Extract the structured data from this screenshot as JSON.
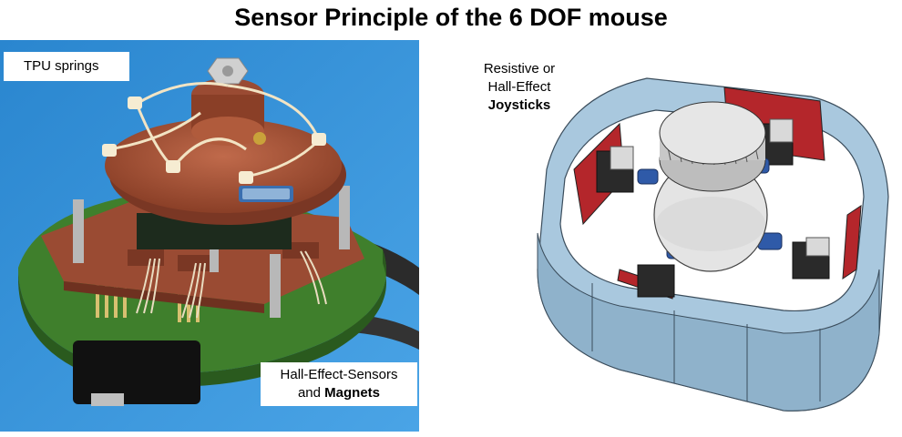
{
  "title": "Sensor Principle of the 6 DOF mouse",
  "photo_labels": {
    "springs": "TPU springs",
    "hall_line1": "Hall-Effect-Sensors",
    "hall_and": "and",
    "hall_bold": "Magnets"
  },
  "cad_caption": {
    "line1": "Resistive or",
    "line2": "Hall-Effect",
    "line3_bold": "Joysticks"
  },
  "colors": {
    "photo_bg": "#2f8fd6",
    "pcb_green": "#3f7f2c",
    "print_brown": "#9a4b33",
    "housing_blue": "#a9c8de",
    "pcb_red": "#b4262b"
  }
}
